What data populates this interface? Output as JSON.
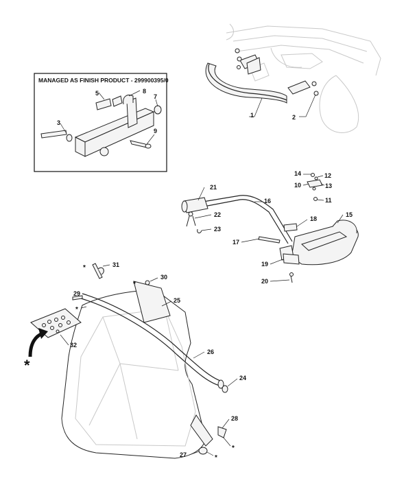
{
  "inset": {
    "title": "MANAGED AS FINISH PRODUCT - 299900395/0"
  },
  "callouts": {
    "c1": "1",
    "c2": "2",
    "c3": "3",
    "c5": "5",
    "c7": "7",
    "c8": "8",
    "c9": "9",
    "c10": "10",
    "c11": "11",
    "c12": "12",
    "c13": "13",
    "c14": "14",
    "c15": "15",
    "c16": "16",
    "c17": "17",
    "c18": "18",
    "c19": "19",
    "c20": "20",
    "c21": "21",
    "c22": "22",
    "c23": "23",
    "c24": "24",
    "c25": "25",
    "c26": "26",
    "c27": "27",
    "c28": "28",
    "c29": "29",
    "c30": "30",
    "c31": "31",
    "c32": "32"
  },
  "markers": {
    "asterisk": "*"
  }
}
